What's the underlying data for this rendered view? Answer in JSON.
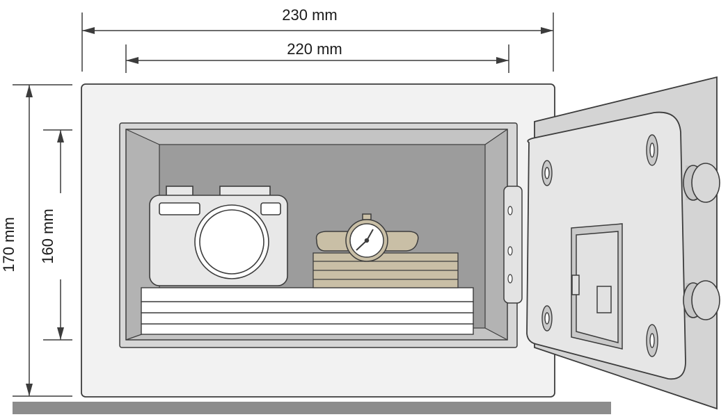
{
  "dimensions": {
    "outer_width": "230 mm",
    "inner_width": "220 mm",
    "outer_height": "170 mm",
    "inner_height": "160 mm"
  },
  "colors": {
    "outline": "#3c3c3c",
    "body_fill": "#f2f2f2",
    "frame_fill": "#d7d7d7",
    "interior_back": "#9c9c9c",
    "interior_side": "#bdbdbd",
    "door_fill": "#e3e3e3",
    "paper_fill": "#ffffff",
    "tan": "#c9bfa6",
    "floor": "#8c8c8c"
  },
  "icons": [
    "camera-icon",
    "watch-icon",
    "document-stack-icon",
    "wooden-box-icon",
    "hinge-icon",
    "bolt-icon",
    "keypad-icon"
  ]
}
